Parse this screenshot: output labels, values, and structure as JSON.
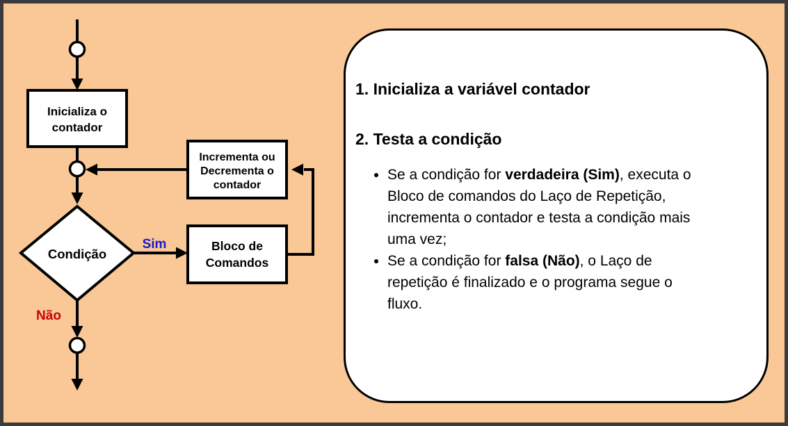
{
  "colors": {
    "background": "#FAC896",
    "frame_border": "#3B3B3B",
    "shape_fill": "#FFFFFF",
    "line_and_text": "#000000",
    "yes_label": "#1A1ACC",
    "no_label": "#CC0000",
    "panel_fill": "#FFFFFF"
  },
  "flowchart": {
    "init_box": {
      "lines": [
        "Inicializa o",
        "contador"
      ]
    },
    "increment_box": {
      "lines": [
        "Incrementa ou",
        "Decrementa o",
        "contador"
      ]
    },
    "command_box": {
      "lines": [
        "Bloco de",
        "Comandos"
      ]
    },
    "decision_diamond": {
      "label": "Condição"
    },
    "branch_yes_label": "Sim",
    "branch_no_label": "Não"
  },
  "panel": {
    "heading_step1": "1. Inicializa a variável contador",
    "heading_step2": "2. Testa a condição",
    "bullets": [
      {
        "pre": "Se a condição for ",
        "bold": "verdadeira (Sim)",
        "post": ", executa o Bloco de comandos do Laço de Repetição, incrementa o contador e testa a condição mais uma vez;"
      },
      {
        "pre": "Se a condição for ",
        "bold": "falsa (Não)",
        "post": ", o Laço de repetição é finalizado e o programa segue o fluxo."
      }
    ]
  }
}
